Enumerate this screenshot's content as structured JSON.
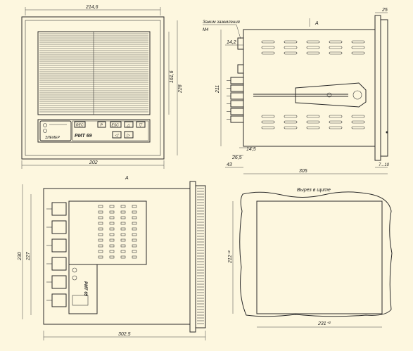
{
  "front": {
    "width": "214,6",
    "outer_width": "202",
    "screen_height": "161,6",
    "outer_height": "228",
    "brand": "ЭЛЕМЕР",
    "model": "РМТ 69",
    "keys": [
      "REC",
      "P",
      "ESC",
      "△",
      "▽",
      "◁",
      "▷"
    ]
  },
  "side": {
    "label_a": "А",
    "clamp_note": "Зажим заземления",
    "thread": "М4",
    "d1": "14,2",
    "d2": "25",
    "d3": "211",
    "d4": "14,5",
    "d5": "26,5",
    "d6": "43",
    "d7": "305",
    "d8": "7...10"
  },
  "rear": {
    "label_a": "А",
    "height_outer": "230",
    "height_inner": "227",
    "depth": "302,5",
    "model": "РМТ 69"
  },
  "cutout": {
    "title": "Вырез в щите",
    "height": "212⁺²",
    "width": "231⁺²"
  }
}
